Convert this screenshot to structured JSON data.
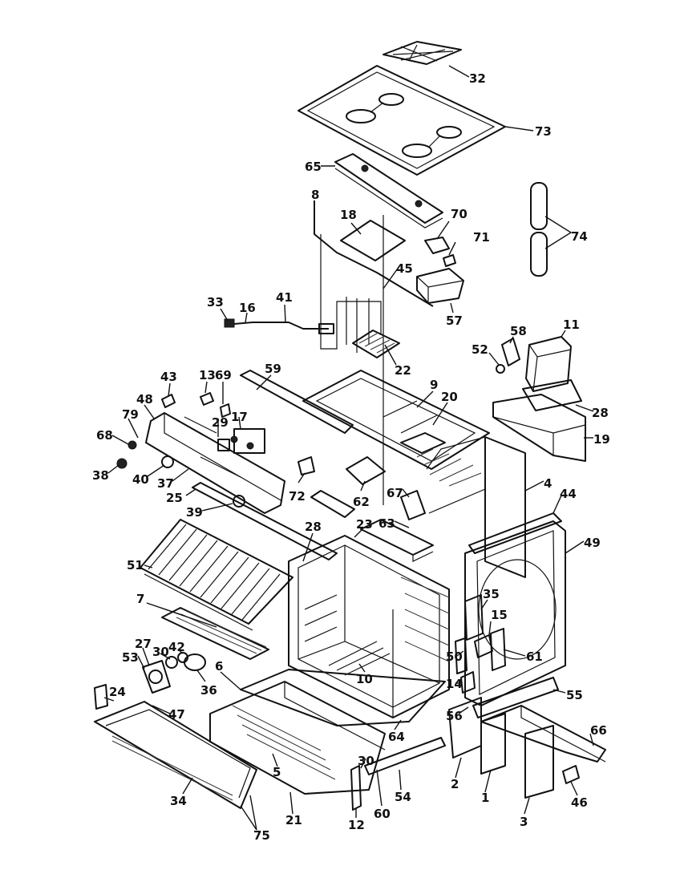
{
  "diagram": {
    "callouts": [
      "32",
      "73",
      "65",
      "8",
      "18",
      "70",
      "71",
      "74",
      "45",
      "57",
      "33",
      "16",
      "41",
      "22",
      "11",
      "58",
      "52",
      "43",
      "13",
      "69",
      "59",
      "9",
      "20",
      "48",
      "79",
      "68",
      "38",
      "40",
      "37",
      "29",
      "17",
      "28",
      "19",
      "25",
      "39",
      "72",
      "62",
      "67",
      "4",
      "44",
      "63",
      "23",
      "28",
      "49",
      "51",
      "7",
      "35",
      "15",
      "61",
      "27",
      "30",
      "42",
      "53",
      "36",
      "10",
      "50",
      "14",
      "55",
      "24",
      "47",
      "6",
      "56",
      "64",
      "66",
      "30",
      "5",
      "54",
      "2",
      "1",
      "34",
      "75",
      "21",
      "12",
      "60",
      "3",
      "46"
    ]
  }
}
